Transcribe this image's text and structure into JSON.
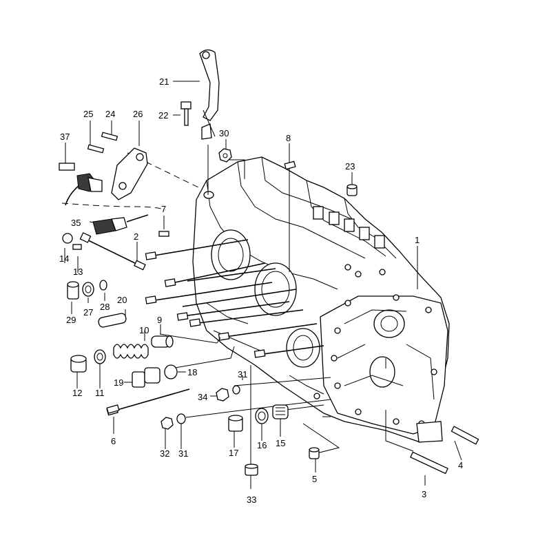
{
  "callouts": {
    "c1": "1",
    "c2": "2",
    "c3": "3",
    "c4": "4",
    "c5": "5",
    "c6": "6",
    "c7": "7",
    "c8": "8",
    "c9": "9",
    "c10": "10",
    "c11": "11",
    "c12": "12",
    "c13": "13",
    "c14": "14",
    "c15": "15",
    "c16": "16",
    "c17": "17",
    "c18": "18",
    "c19": "19",
    "c20": "20",
    "c21": "21",
    "c22": "22",
    "c23": "23",
    "c24": "24",
    "c25": "25",
    "c26": "26",
    "c27": "27",
    "c28": "28",
    "c29": "29",
    "c30": "30",
    "c31a": "31",
    "c31b": "31",
    "c32": "32",
    "c33": "33",
    "c34": "34",
    "c35": "35",
    "c37": "37"
  }
}
